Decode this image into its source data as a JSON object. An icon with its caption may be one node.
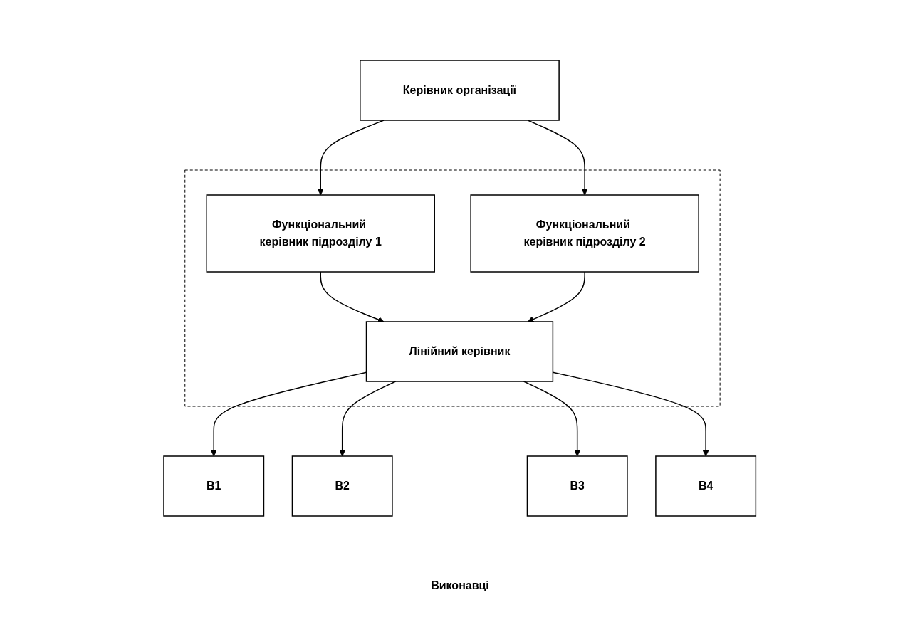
{
  "diagram": {
    "nodes": [
      {
        "text": [
          "Керівник організації"
        ]
      },
      {
        "text": [],
        "shape": "box"
      },
      {
        "text": [
          "Функціональний керівник підрозділу 1"
        ],
        "in": 1
      },
      {
        "text": [
          "Лінійний керівник"
        ],
        "in": 1
      },
      {
        "text": [
          "Функціональний керівник підрозділу 2"
        ],
        "in": 1
      },
      {
        "text": [
          "В1"
        ]
      },
      {
        "text": [
          "В2"
        ]
      },
      {
        "text": [
          "В3"
        ]
      },
      {
        "text": [
          "В4"
        ]
      }
    ],
    "edges": [
      {
        "from": 0,
        "to": 2,
        "arrow": "to"
      },
      {
        "from": 0,
        "to": 4,
        "arrow": "to"
      },
      {
        "from": 2,
        "to": 3,
        "arrow": "to"
      },
      {
        "from": 4,
        "to": 3,
        "arrow": "to"
      },
      {
        "from": 3,
        "to": 5,
        "arrow": "to"
      },
      {
        "from": 3,
        "to": 6,
        "arrow": "to"
      },
      {
        "from": 3,
        "to": 7,
        "arrow": "to"
      },
      {
        "from": 3,
        "to": 8,
        "arrow": "to"
      }
    ],
    "labels": [
      "Виконавці"
    ]
  }
}
